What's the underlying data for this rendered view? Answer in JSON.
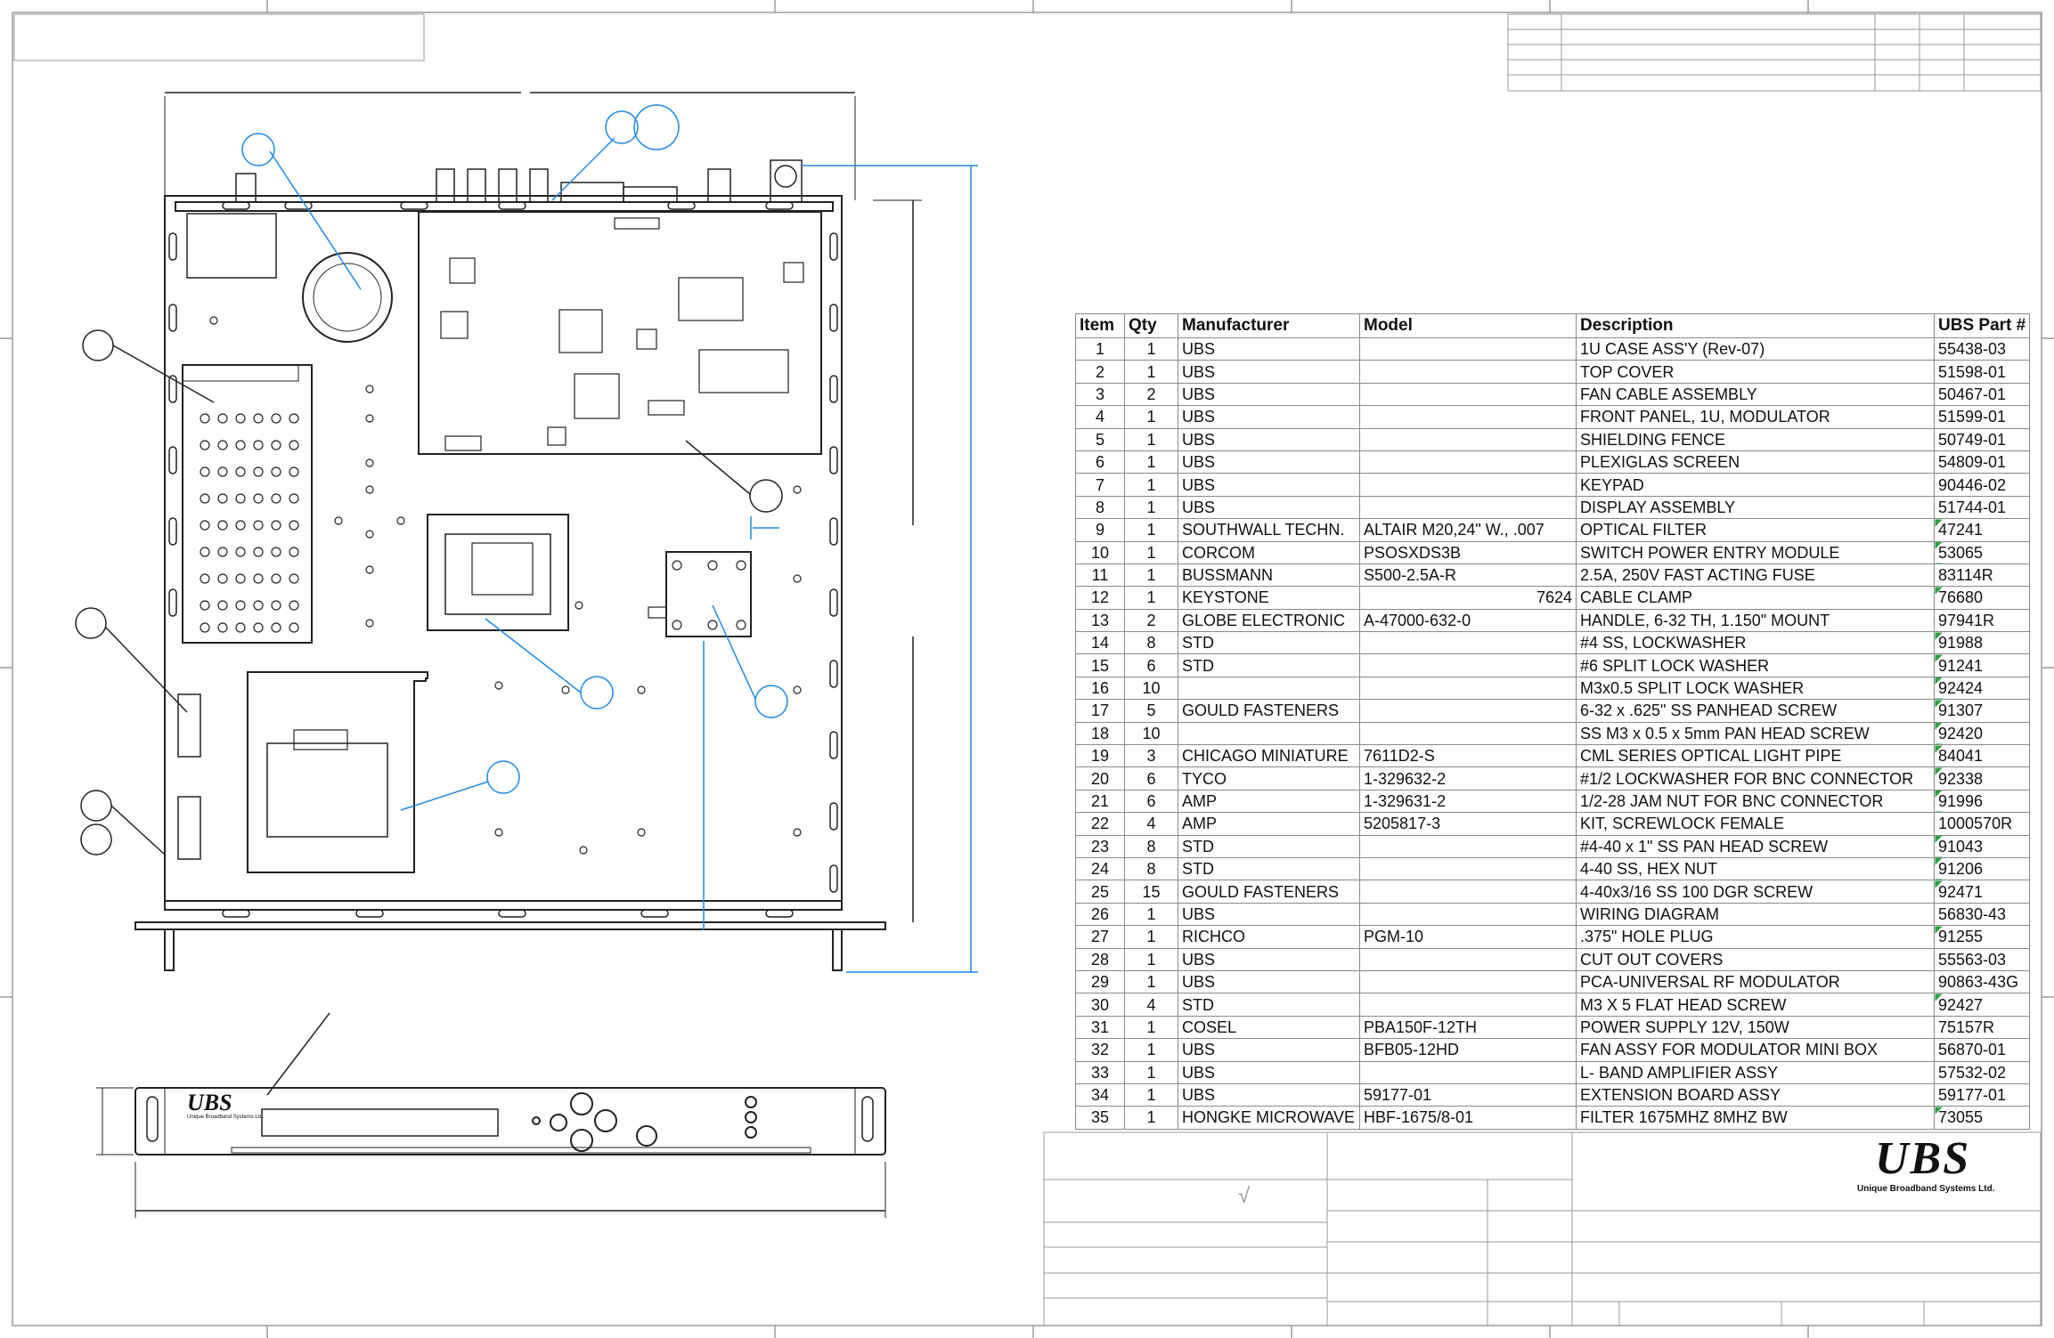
{
  "bom": {
    "headers": [
      "Item",
      "Qty",
      "Manufacturer",
      "Model",
      "Description",
      "UBS Part #"
    ],
    "rows": [
      [
        "1",
        "1",
        "UBS",
        "",
        "1U CASE ASS'Y (Rev-07)",
        "55438-03"
      ],
      [
        "2",
        "1",
        "UBS",
        "",
        "TOP COVER",
        "51598-01"
      ],
      [
        "3",
        "2",
        "UBS",
        "",
        "FAN CABLE ASSEMBLY",
        "50467-01"
      ],
      [
        "4",
        "1",
        "UBS",
        "",
        "FRONT PANEL, 1U, MODULATOR",
        "51599-01"
      ],
      [
        "5",
        "1",
        "UBS",
        "",
        "SHIELDING FENCE",
        "50749-01"
      ],
      [
        "6",
        "1",
        "UBS",
        "",
        "PLEXIGLAS SCREEN",
        "54809-01"
      ],
      [
        "7",
        "1",
        "UBS",
        "",
        "KEYPAD",
        "90446-02"
      ],
      [
        "8",
        "1",
        "UBS",
        "",
        "DISPLAY ASSEMBLY",
        "51744-01"
      ],
      [
        "9",
        "1",
        "SOUTHWALL TECHN.",
        "ALTAIR M20,24\" W., .007",
        "OPTICAL FILTER",
        "47241"
      ],
      [
        "10",
        "1",
        "CORCOM",
        "PSOSXDS3B",
        "SWITCH POWER ENTRY MODULE",
        "53065"
      ],
      [
        "11",
        "1",
        "BUSSMANN",
        "S500-2.5A-R",
        "2.5A, 250V FAST ACTING FUSE",
        "83114R"
      ],
      [
        "12",
        "1",
        "KEYSTONE",
        "7624",
        "CABLE CLAMP",
        "76680"
      ],
      [
        "13",
        "2",
        "GLOBE ELECTRONIC",
        "A-47000-632-0",
        "HANDLE, 6-32 TH, 1.150\" MOUNT",
        "97941R"
      ],
      [
        "14",
        "8",
        "STD",
        "",
        "#4 SS, LOCKWASHER",
        "91988"
      ],
      [
        "15",
        "6",
        "STD",
        "",
        "#6 SPLIT LOCK WASHER",
        "91241"
      ],
      [
        "16",
        "10",
        "",
        "",
        "M3x0.5 SPLIT LOCK WASHER",
        "92424"
      ],
      [
        "17",
        "5",
        "GOULD FASTENERS",
        "",
        "6-32 x .625\" SS PANHEAD SCREW",
        "91307"
      ],
      [
        "18",
        "10",
        "",
        "",
        "SS M3 x 0.5 x 5mm PAN HEAD SCREW",
        "92420"
      ],
      [
        "19",
        "3",
        "CHICAGO MINIATURE",
        "7611D2-S",
        "CML SERIES OPTICAL LIGHT PIPE",
        "84041"
      ],
      [
        "20",
        "6",
        "TYCO",
        "1-329632-2",
        "#1/2 LOCKWASHER FOR BNC CONNECTOR",
        "92338"
      ],
      [
        "21",
        "6",
        "AMP",
        "1-329631-2",
        "1/2-28 JAM NUT FOR BNC CONNECTOR",
        "91996"
      ],
      [
        "22",
        "4",
        "AMP",
        "5205817-3",
        "KIT, SCREWLOCK FEMALE",
        "1000570R"
      ],
      [
        "23",
        "8",
        "STD",
        "",
        "#4-40 x 1\" SS PAN HEAD SCREW",
        "91043"
      ],
      [
        "24",
        "8",
        "STD",
        "",
        "4-40 SS, HEX NUT",
        "91206"
      ],
      [
        "25",
        "15",
        "GOULD FASTENERS",
        "",
        "4-40x3/16 SS 100 DGR SCREW",
        "92471"
      ],
      [
        "26",
        "1",
        "UBS",
        "",
        "WIRING DIAGRAM",
        "56830-43"
      ],
      [
        "27",
        "1",
        "RICHCO",
        "PGM-10",
        ".375\" HOLE PLUG",
        "91255"
      ],
      [
        "28",
        "1",
        "UBS",
        "",
        "CUT OUT COVERS",
        "55563-03"
      ],
      [
        "29",
        "1",
        "UBS",
        "",
        "PCA-UNIVERSAL RF MODULATOR",
        "90863-43G"
      ],
      [
        "30",
        "4",
        "STD",
        "",
        "M3 X 5 FLAT HEAD SCREW",
        "92427"
      ],
      [
        "31",
        "1",
        "COSEL",
        "PBA150F-12TH",
        "POWER SUPPLY 12V, 150W",
        "75157R"
      ],
      [
        "32",
        "1",
        "UBS",
        "BFB05-12HD",
        "FAN ASSY FOR MODULATOR MINI BOX",
        "56870-01"
      ],
      [
        "33",
        "1",
        "UBS",
        "",
        "L- BAND AMPLIFIER ASSY",
        "57532-02"
      ],
      [
        "34",
        "1",
        "UBS",
        "59177-01",
        "EXTENSION BOARD ASSY",
        "59177-01"
      ],
      [
        "35",
        "1",
        "HONGKE MICROWAVE",
        "HBF-1675/8-01",
        "FILTER 1675MHZ 8MHZ BW",
        "73055"
      ]
    ],
    "flagged_rows": [
      9,
      10,
      12,
      14,
      15,
      16,
      17,
      18,
      19,
      20,
      21,
      23,
      24,
      25,
      27,
      30,
      35
    ]
  },
  "title_block": {
    "logo_mark": "UBS",
    "logo_sub": "Unique Broadband Systems Ltd.",
    "check_mark": "√"
  },
  "front_panel": {
    "logo_mark": "UBS",
    "logo_sub": "Unique Broadband Systems Ltd."
  },
  "colors": {
    "line": "#222222",
    "dimension": "#1e88e5",
    "flag": "#2ea043",
    "sheet_border": "#9a9a9a"
  }
}
